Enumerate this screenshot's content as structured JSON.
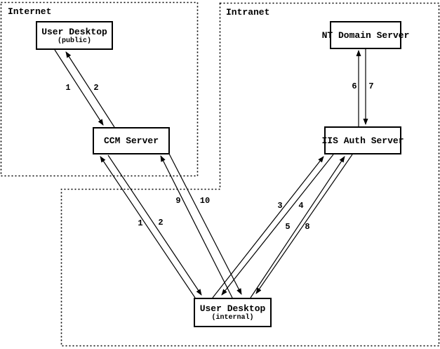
{
  "diagram": {
    "regions": [
      {
        "id": "internet",
        "label": "Internet"
      },
      {
        "id": "intranet",
        "label": "Intranet"
      }
    ],
    "nodes": [
      {
        "id": "user-desktop-public",
        "title": "User Desktop",
        "subtitle": "(public)"
      },
      {
        "id": "ccm-server",
        "title": "CCM Server",
        "subtitle": ""
      },
      {
        "id": "nt-domain-server",
        "title": "NT Domain Server",
        "subtitle": ""
      },
      {
        "id": "iis-auth-server",
        "title": "IIS Auth Server",
        "subtitle": ""
      },
      {
        "id": "user-desktop-internal",
        "title": "User Desktop",
        "subtitle": "(internal)"
      }
    ],
    "edges": [
      {
        "label": "1",
        "from": "user-desktop-public",
        "to": "ccm-server"
      },
      {
        "label": "2",
        "from": "ccm-server",
        "to": "user-desktop-public"
      },
      {
        "label": "1",
        "from": "user-desktop-internal",
        "to": "ccm-server"
      },
      {
        "label": "2",
        "from": "ccm-server",
        "to": "user-desktop-internal"
      },
      {
        "label": "3",
        "from": "user-desktop-internal",
        "to": "iis-auth-server"
      },
      {
        "label": "4",
        "from": "iis-auth-server",
        "to": "user-desktop-internal"
      },
      {
        "label": "5",
        "from": "user-desktop-internal",
        "to": "iis-auth-server"
      },
      {
        "label": "8",
        "from": "iis-auth-server",
        "to": "user-desktop-internal"
      },
      {
        "label": "9",
        "from": "user-desktop-internal",
        "to": "ccm-server"
      },
      {
        "label": "10",
        "from": "ccm-server",
        "to": "user-desktop-internal"
      },
      {
        "label": "6",
        "from": "iis-auth-server",
        "to": "nt-domain-server"
      },
      {
        "label": "7",
        "from": "nt-domain-server",
        "to": "iis-auth-server"
      }
    ]
  }
}
